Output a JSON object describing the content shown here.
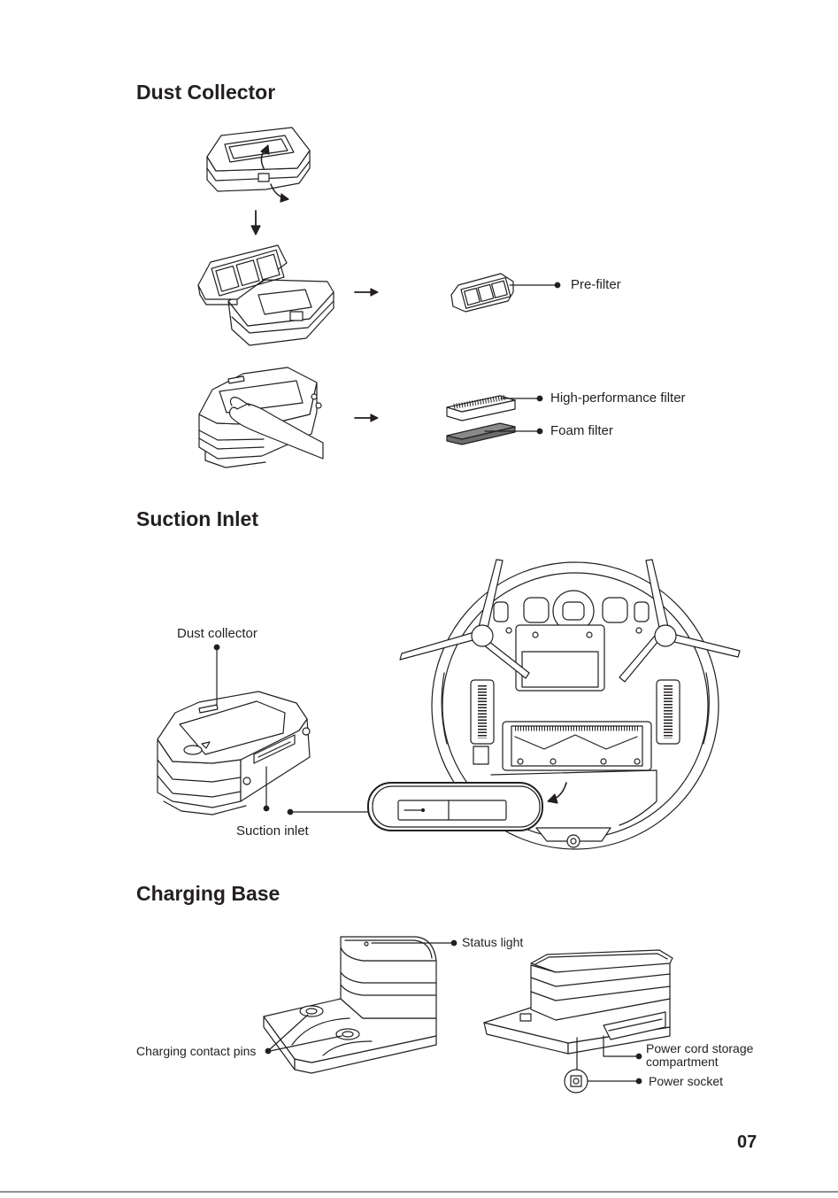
{
  "sections": {
    "dust_collector": {
      "heading": "Dust Collector",
      "labels": {
        "pre_filter": "Pre-filter",
        "high_performance_filter": "High-performance filter",
        "foam_filter": "Foam filter"
      }
    },
    "suction_inlet": {
      "heading": "Suction Inlet",
      "labels": {
        "dust_collector": "Dust collector",
        "suction_inlet": "Suction inlet"
      }
    },
    "charging_base": {
      "heading": "Charging Base",
      "labels": {
        "status_light": "Status light",
        "charging_contact_pins": "Charging contact pins",
        "power_cord_storage_line1": "Power cord storage",
        "power_cord_storage_line2": "compartment",
        "power_socket": "Power socket"
      }
    }
  },
  "page_number": "07",
  "colors": {
    "ink": "#231f20",
    "foam_filter": "#7a7a7a",
    "background": "#ffffff"
  },
  "icons": [
    "arrow-down-icon",
    "arrow-right-icon",
    "curved-arrow-icon",
    "callout-dot-icon",
    "power-socket-icon"
  ]
}
